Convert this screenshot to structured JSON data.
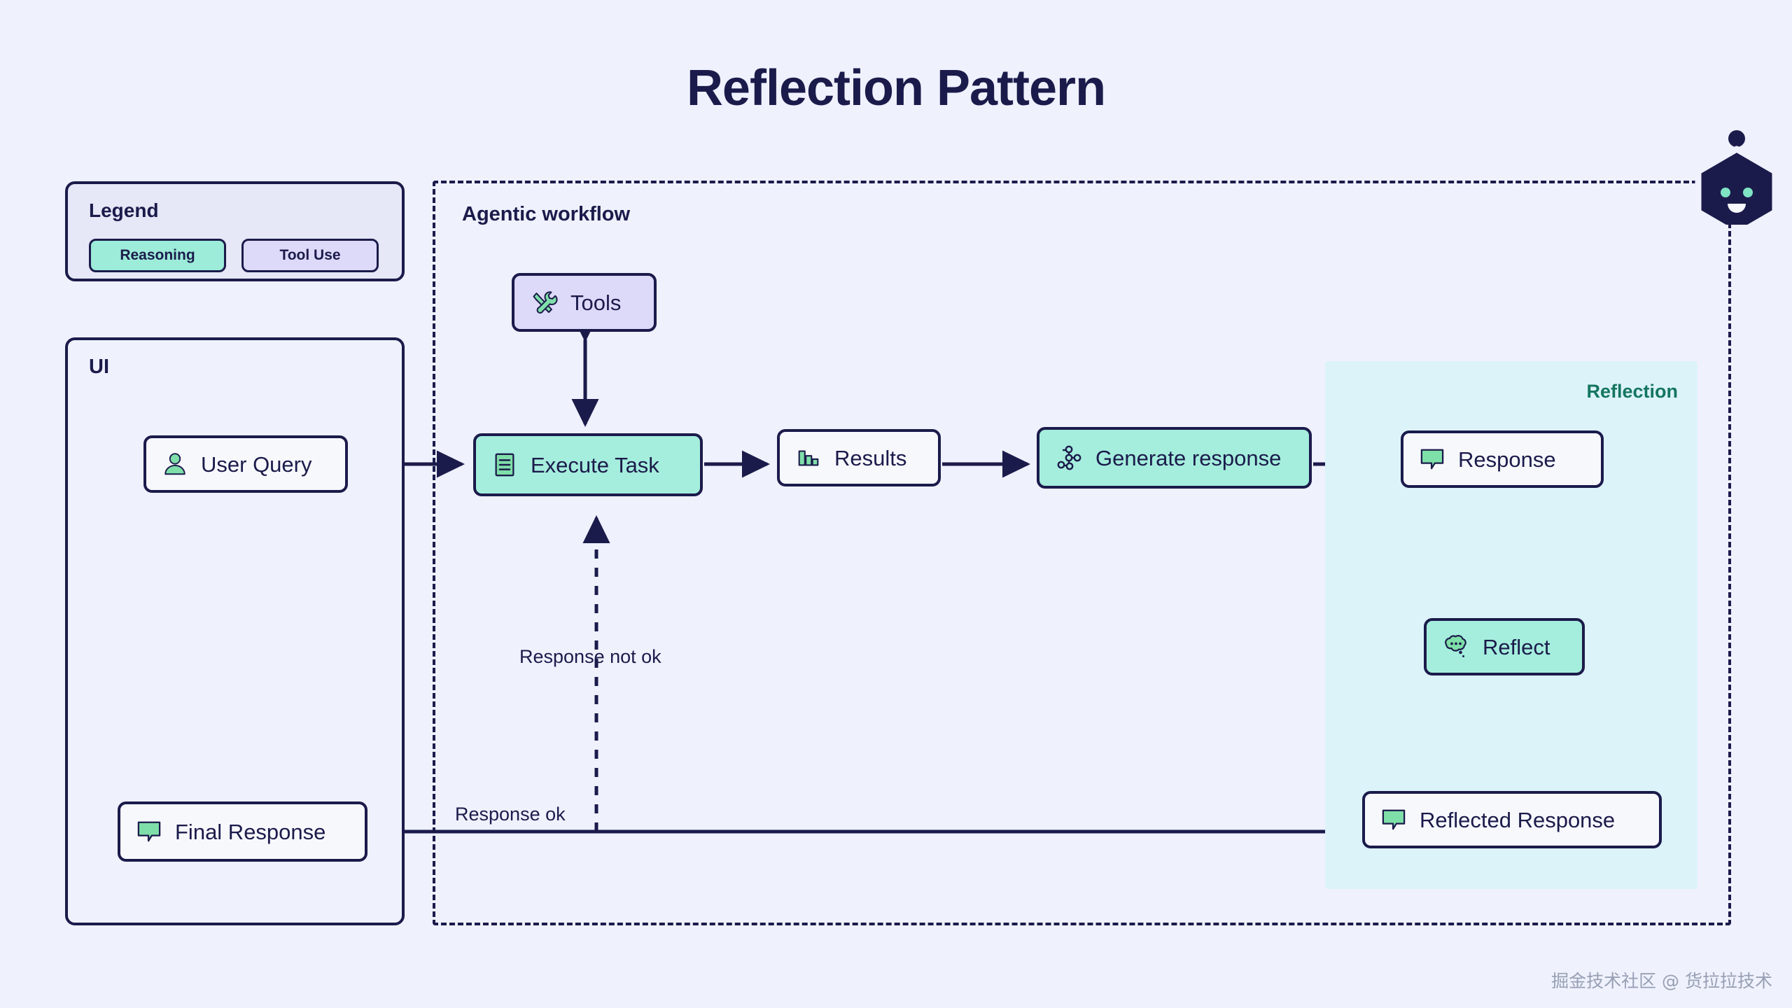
{
  "page": {
    "title": "Reflection Pattern",
    "background_color": "#eff1fd",
    "ink_color": "#1b1b4b"
  },
  "legend": {
    "title": "Legend",
    "items": [
      {
        "label": "Reasoning",
        "color": "#9cecd9"
      },
      {
        "label": "Tool Use",
        "color": "#ddd9f9"
      }
    ]
  },
  "ui_panel": {
    "title": "UI"
  },
  "agentic_workflow": {
    "title": "Agentic workflow"
  },
  "reflection": {
    "title": "Reflection",
    "color": "#14765f",
    "background": "#dcf3fa"
  },
  "nodes": {
    "user_query": {
      "label": "User Query",
      "icon": "user-icon",
      "kind": "white"
    },
    "tools": {
      "label": "Tools",
      "icon": "tools-icon",
      "kind": "tool-use"
    },
    "execute_task": {
      "label": "Execute Task",
      "icon": "list-icon",
      "kind": "reasoning"
    },
    "results": {
      "label": "Results",
      "icon": "bar-chart-icon",
      "kind": "white"
    },
    "generate": {
      "label": "Generate response",
      "icon": "node-graph-icon",
      "kind": "reasoning"
    },
    "response": {
      "label": "Response",
      "icon": "chat-bubble-icon",
      "kind": "white"
    },
    "reflect": {
      "label": "Reflect",
      "icon": "thought-bubble-icon",
      "kind": "reasoning"
    },
    "reflected": {
      "label": "Reflected Response",
      "icon": "chat-bubble-icon",
      "kind": "white"
    },
    "final_response": {
      "label": "Final Response",
      "icon": "chat-bubble-icon",
      "kind": "white"
    }
  },
  "edge_labels": {
    "response_not_ok": "Response not ok",
    "response_ok": "Response ok"
  },
  "branding": {
    "logo_icon": "robot-head-icon",
    "watermark": "掘金技术社区 @ 货拉拉技术"
  }
}
